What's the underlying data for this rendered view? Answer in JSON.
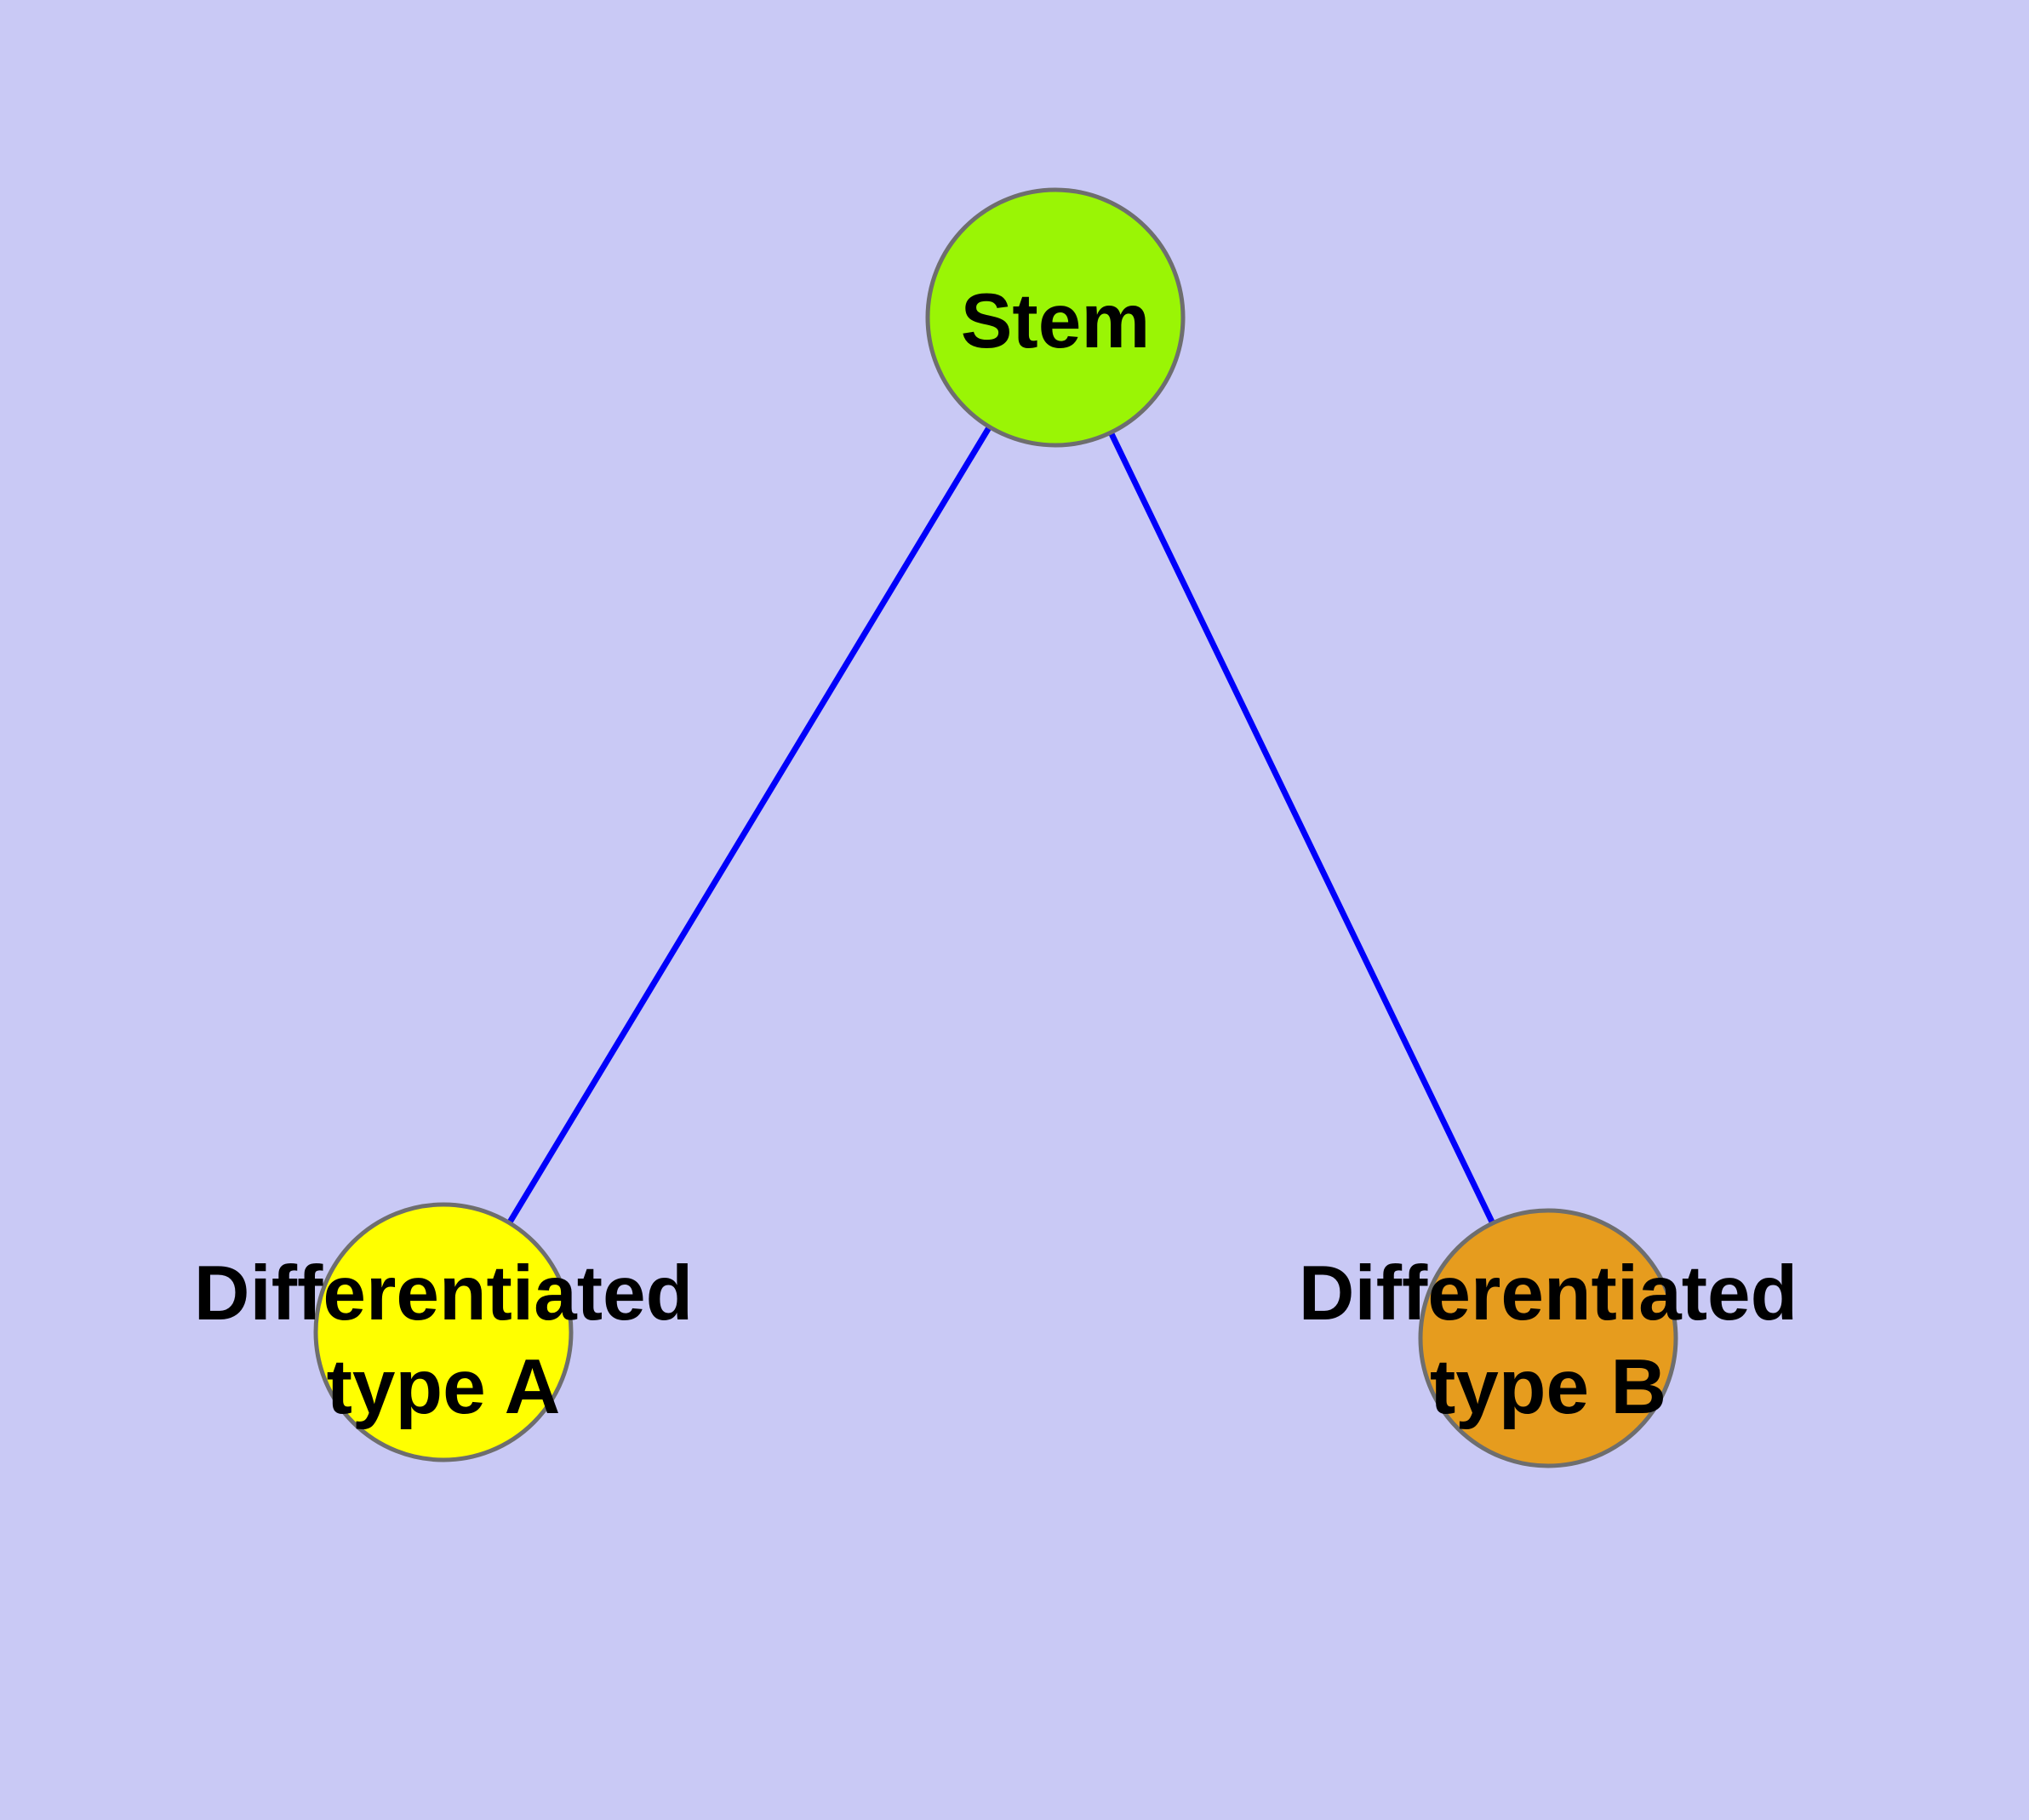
{
  "colors": {
    "background": "#C9C9F5",
    "edge": "#0000FA",
    "node_border": "#6E6E6E",
    "label": "#000000"
  },
  "graph": {
    "type": "node-link-diagram",
    "nodes": [
      {
        "id": "stem",
        "label": "Stem",
        "label_lines": [
          "Stem"
        ],
        "fill": "#9AF505"
      },
      {
        "id": "differentiated-type-a",
        "label": "Differentiated type A",
        "label_lines": [
          "Differentiated",
          "type A"
        ],
        "fill": "#FFFF00"
      },
      {
        "id": "differentiated-type-b",
        "label": "Differentiated type B",
        "label_lines": [
          "Differentiated",
          "type B"
        ],
        "fill": "#E69C1E"
      }
    ],
    "edges": [
      {
        "from": "stem",
        "to": "differentiated-type-a"
      },
      {
        "from": "stem",
        "to": "differentiated-type-b"
      }
    ]
  }
}
